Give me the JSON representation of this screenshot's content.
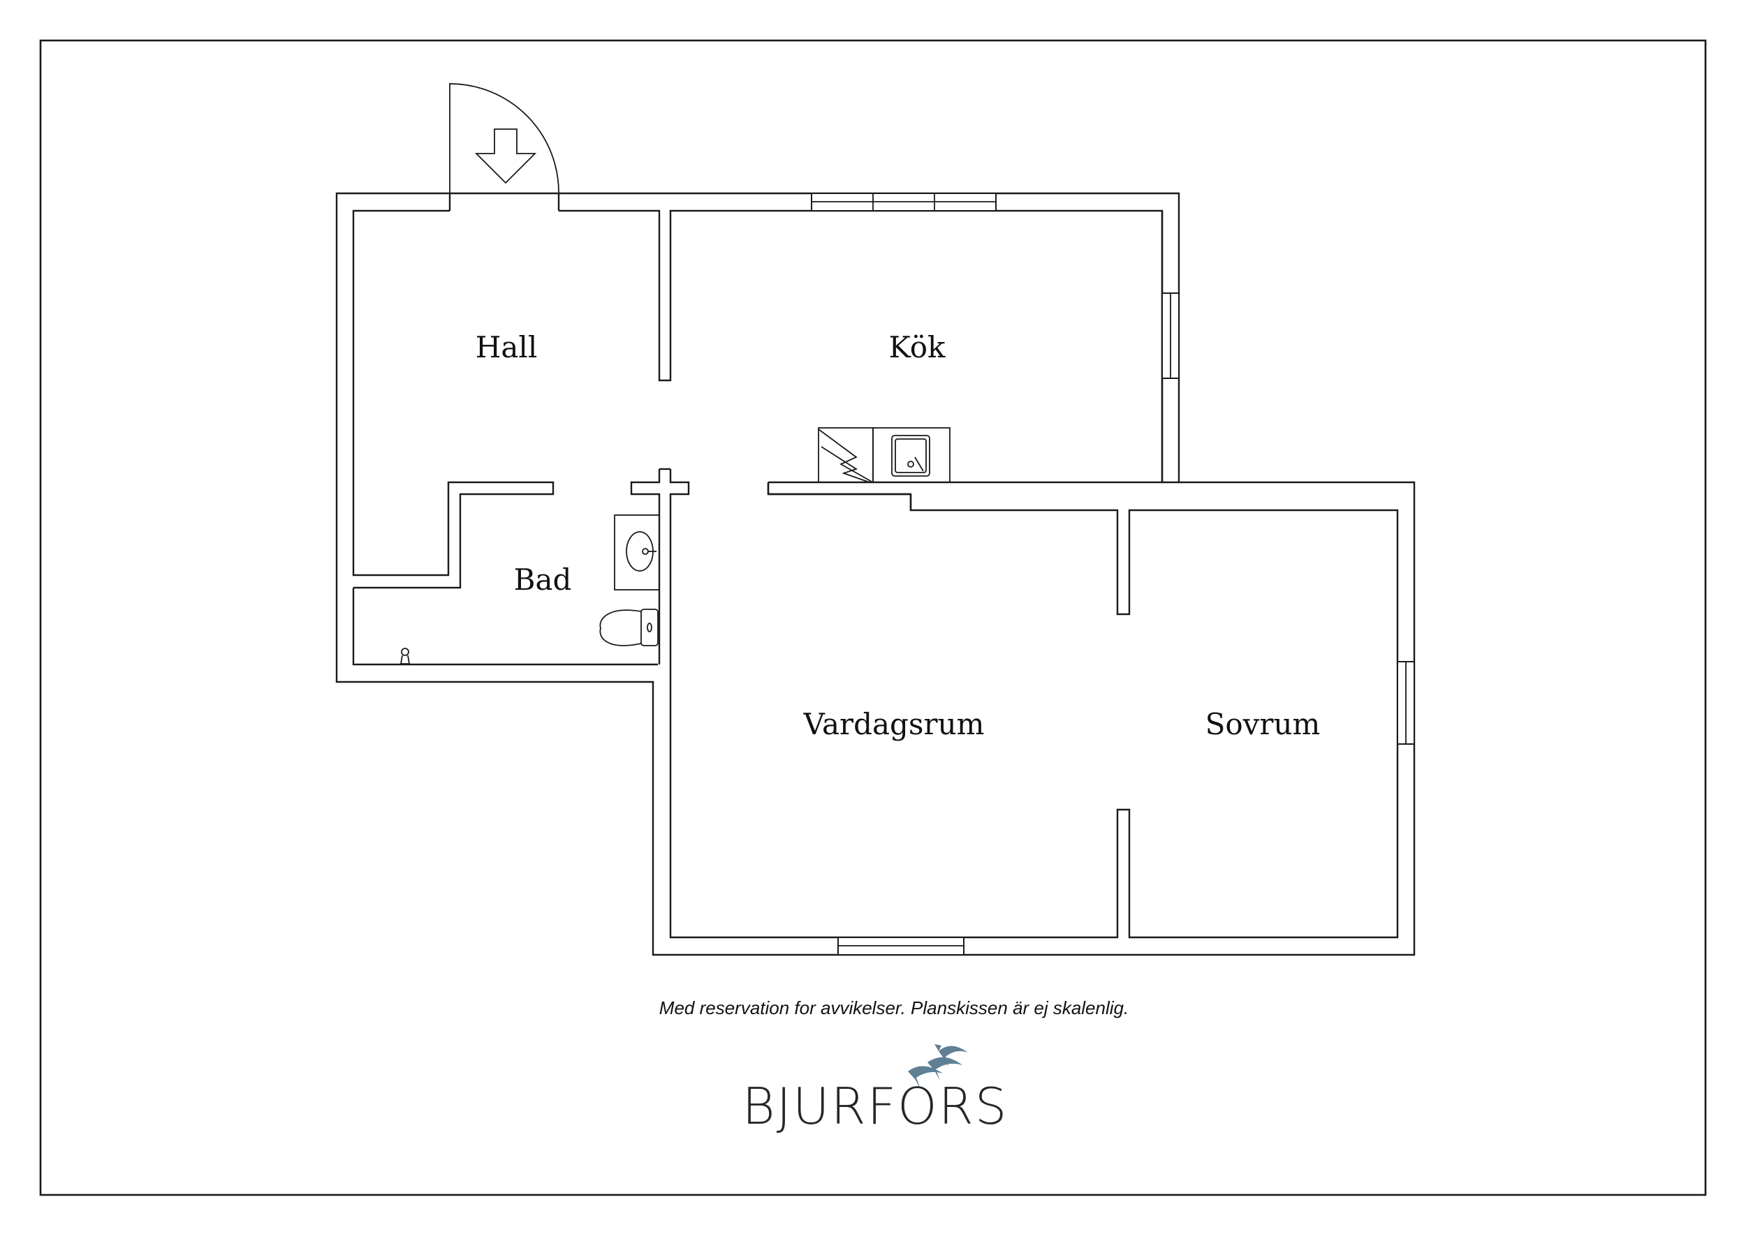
{
  "rooms": {
    "hall": "Hall",
    "kok": "Kök",
    "bad": "Bad",
    "vardagsrum": "Vardagsrum",
    "sovrum": "Sovrum"
  },
  "disclaimer": "Med reservation for avvikelser. Planskissen är ej skalenlig.",
  "brand": {
    "name": "BJURFORS",
    "text_color": "#262626",
    "bird_color": "#5f7f94"
  },
  "icons": [
    "entrance-arrow-icon",
    "stove-icon",
    "kitchen-sink-icon",
    "bathroom-sink-icon",
    "toilet-icon",
    "floor-drain-icon",
    "birds-logo-icon"
  ]
}
